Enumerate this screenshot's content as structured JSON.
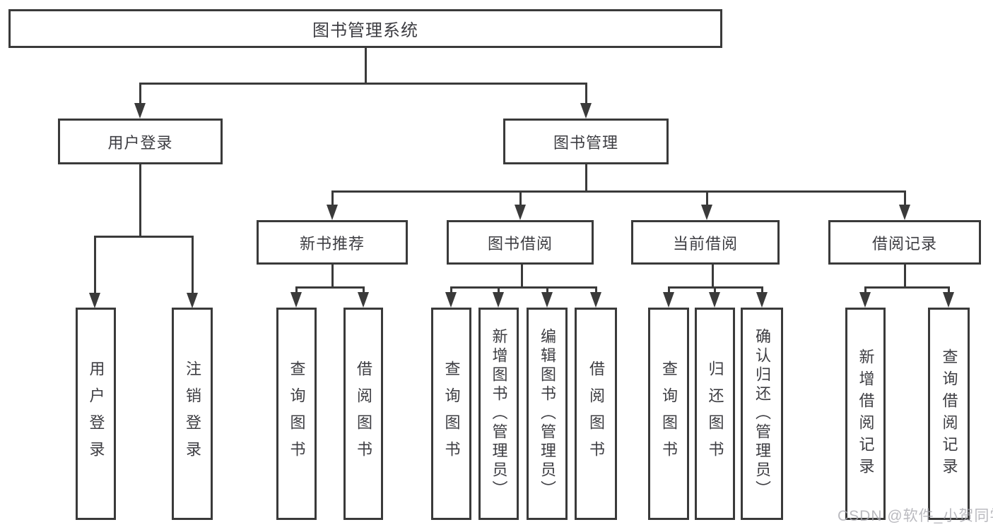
{
  "colors": {
    "line": "#3a3a3a",
    "text": "#3d3d42",
    "background": "#ffffff",
    "watermark": "#a9a9b0"
  },
  "watermark": "CSDN @软件_小贺同学",
  "tree": {
    "root": {
      "label": "图书管理系统"
    },
    "level2": [
      {
        "label": "用户登录"
      },
      {
        "label": "图书管理"
      }
    ],
    "level3": [
      {
        "label": "新书推荐",
        "parent": "图书管理"
      },
      {
        "label": "图书借阅",
        "parent": "图书管理"
      },
      {
        "label": "当前借阅",
        "parent": "图书管理"
      },
      {
        "label": "借阅记录",
        "parent": "图书管理"
      }
    ],
    "leaves": [
      {
        "label": "用户登录",
        "parent": "用户登录"
      },
      {
        "label": "注销登录",
        "parent": "用户登录"
      },
      {
        "label": "查询图书",
        "parent": "新书推荐"
      },
      {
        "label": "借阅图书",
        "parent": "新书推荐"
      },
      {
        "label": "查询图书",
        "parent": "图书借阅"
      },
      {
        "label": "新增图书（管理员）",
        "parent": "图书借阅"
      },
      {
        "label": "编辑图书（管理员）",
        "parent": "图书借阅"
      },
      {
        "label": "借阅图书",
        "parent": "图书借阅"
      },
      {
        "label": "查询图书",
        "parent": "当前借阅"
      },
      {
        "label": "归还图书",
        "parent": "当前借阅"
      },
      {
        "label": "确认归还（管理员）",
        "parent": "当前借阅"
      },
      {
        "label": "新增借阅记录",
        "parent": "借阅记录"
      },
      {
        "label": "查询借阅记录",
        "parent": "借阅记录"
      }
    ]
  }
}
